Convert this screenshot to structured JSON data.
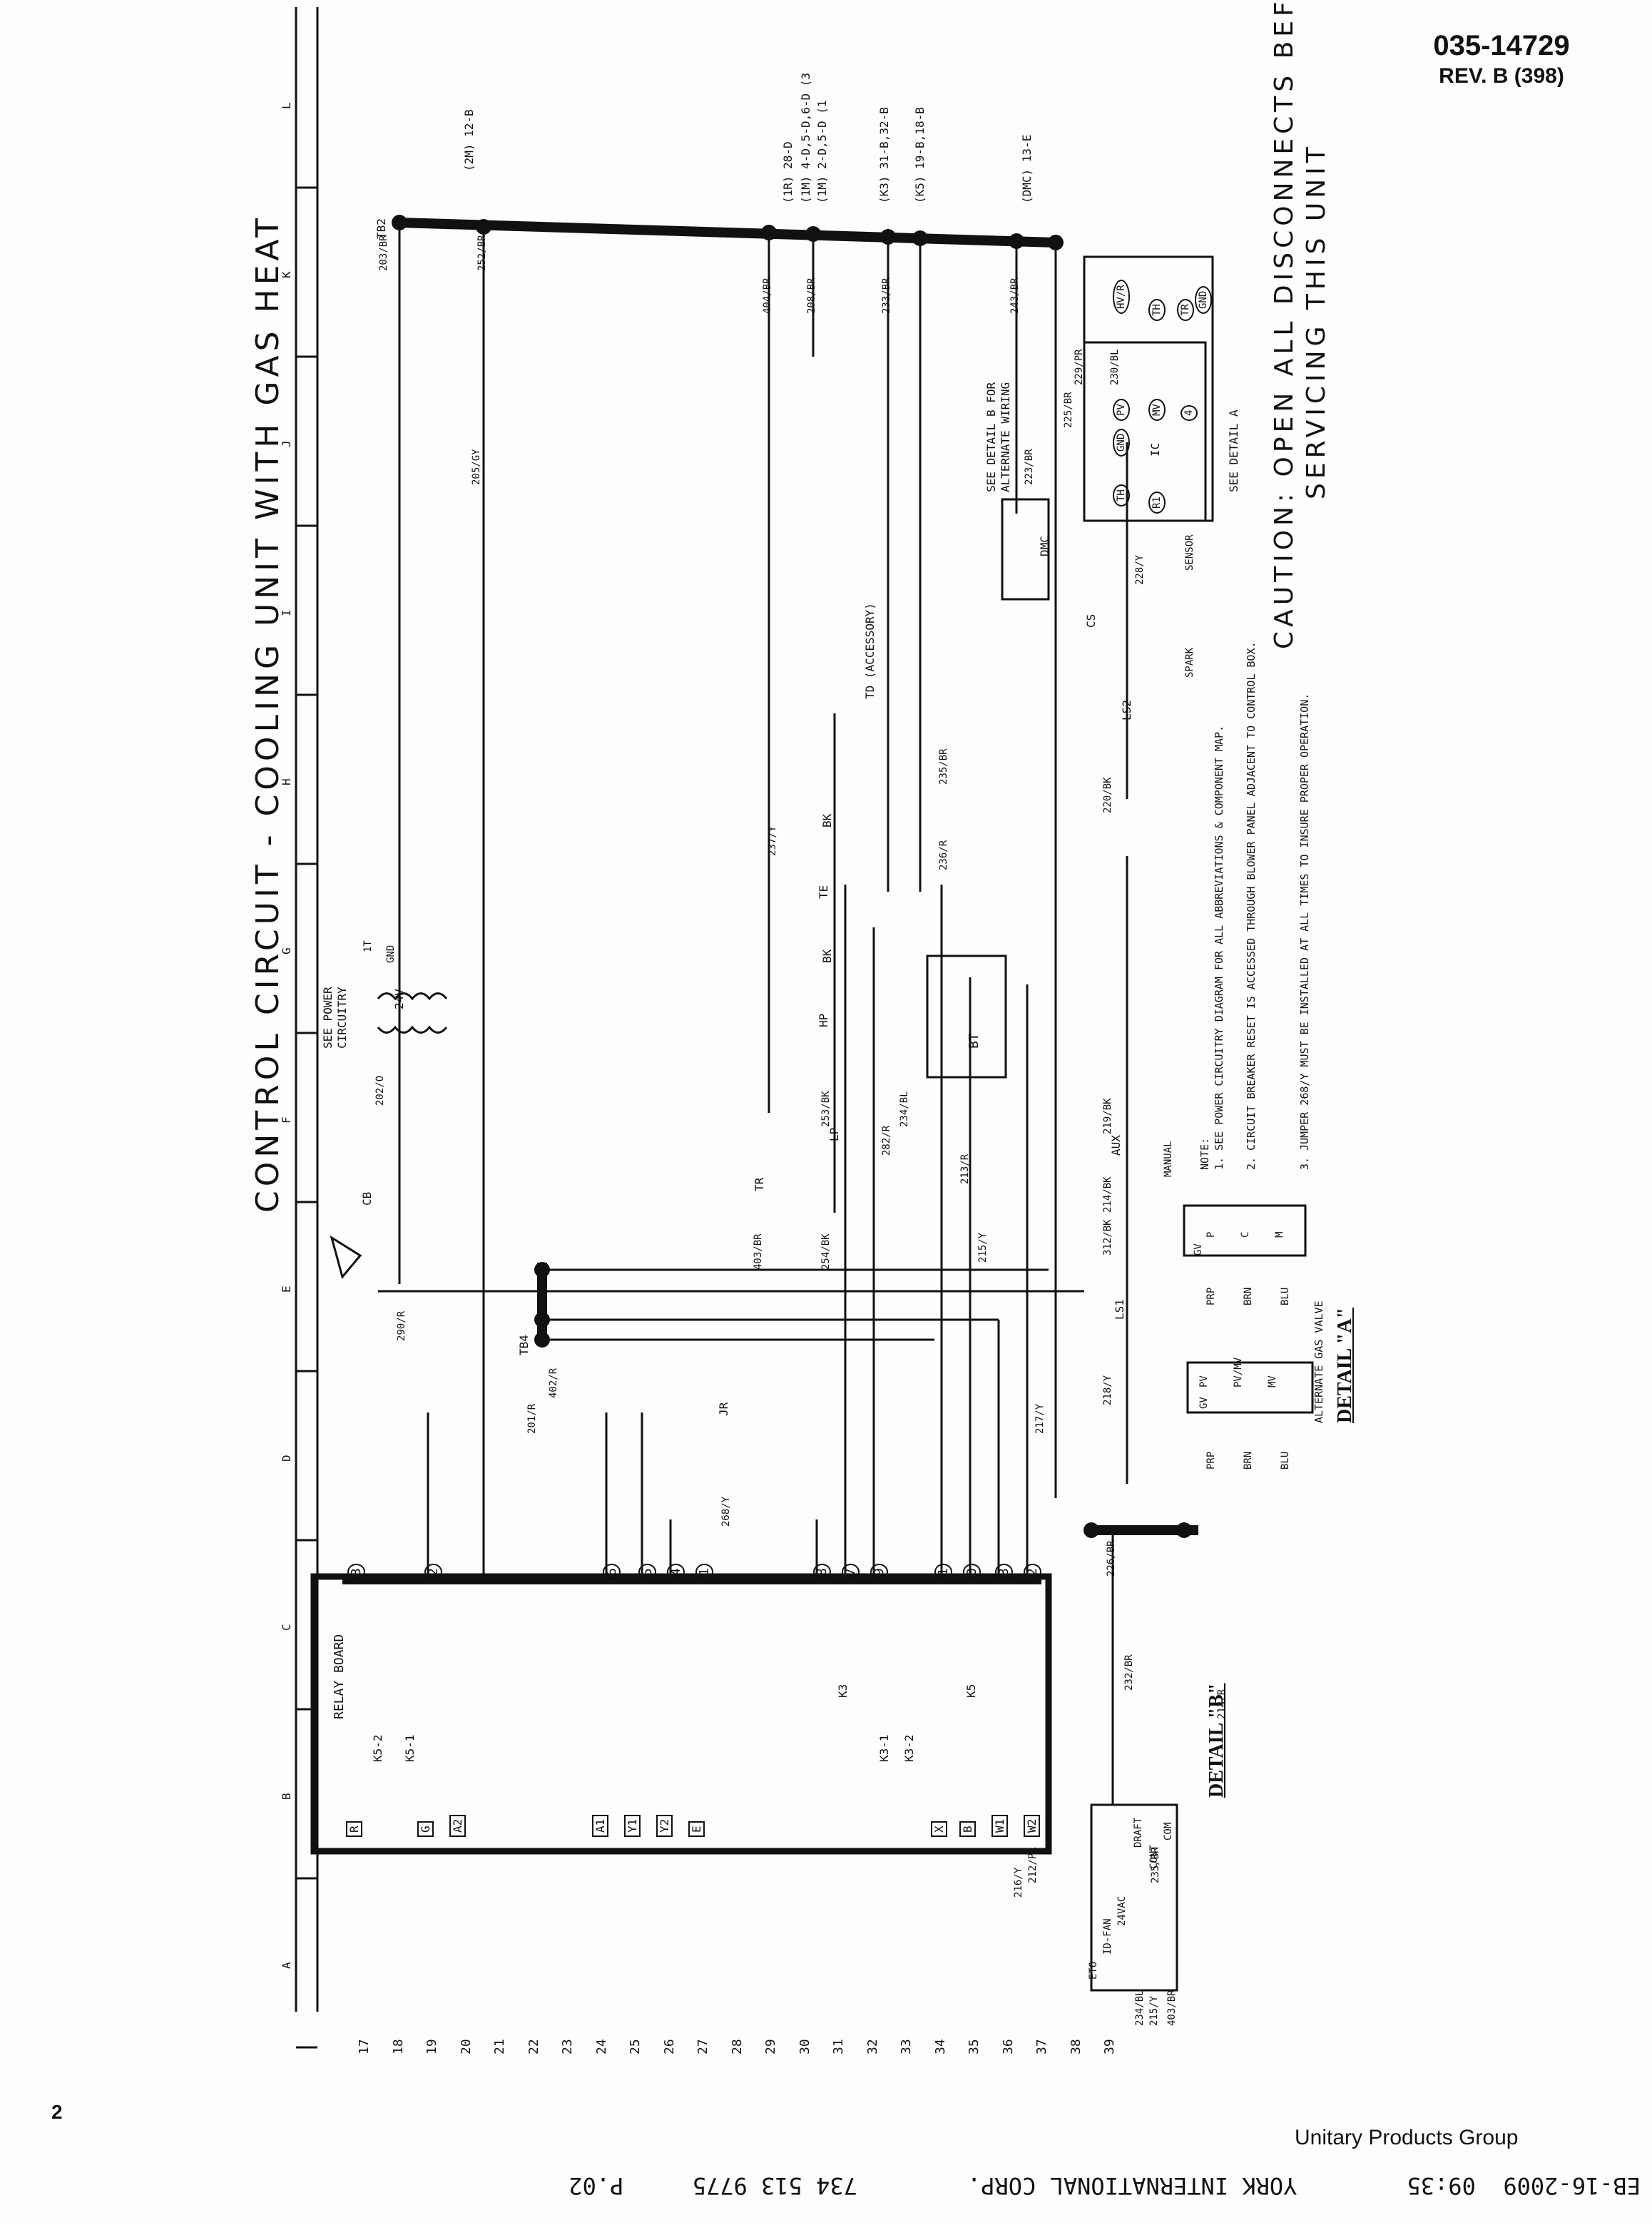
{
  "header": {
    "doc_number": "035-14729",
    "revision": "REV. B (398)"
  },
  "diagram": {
    "title": "CONTROL CIRCUIT - COOLING UNIT WITH GAS HEAT",
    "caution": [
      "CAUTION: OPEN ALL DISCONNECTS BEFORE",
      "SERVICING THIS UNIT"
    ],
    "zone_letters": [
      "A",
      "B",
      "C",
      "D",
      "E",
      "F",
      "G",
      "H",
      "I",
      "J",
      "K",
      "L"
    ],
    "line_numbers": [
      "17",
      "18",
      "19",
      "20",
      "21",
      "22",
      "23",
      "24",
      "25",
      "26",
      "27",
      "28",
      "29",
      "30",
      "31",
      "32",
      "33",
      "34",
      "35",
      "36",
      "37",
      "38",
      "39"
    ],
    "notes": [
      "NOTE:",
      "1. SEE POWER CIRCUITRY DIAGRAM FOR ALL ABBREVIATIONS & COMPONENT MAP.",
      "2. CIRCUIT BREAKER RESET IS ACCESSED THROUGH BLOWER PANEL ADJACENT TO CONTROL BOX.",
      "3. JUMPER 268/Y MUST BE INSTALLED AT ALL TIMES TO INSURE PROPER OPERATION."
    ],
    "detail_a": "DETAIL \"A\"",
    "detail_a_sub": "ALTERNATE GAS VALVE",
    "detail_b": "DETAIL \"B\"",
    "see_detail_b": [
      "SEE DETAIL B FOR",
      "ALTERNATE WIRING"
    ],
    "see_power": [
      "SEE POWER",
      "CIRCUITRY"
    ],
    "see_detail_a": "SEE DETAIL A",
    "relay_board": "RELAY BOARD",
    "td_accessory": "TD (ACCESSORY)",
    "labels": {
      "tb2": "TB2",
      "tb4": "TB4",
      "cb": "CB",
      "tr": "TR",
      "jr": "JR",
      "bt": "BT",
      "dmc": "DMC",
      "ic": "IC",
      "gv": "GV",
      "cs": "CS",
      "ls1": "LS1",
      "ls2": "LS2",
      "aux": "AUX",
      "manual": "MANUAL",
      "lp": "LP",
      "hp": "HP",
      "te": "TE",
      "bk": "BK",
      "spark": "SPARK",
      "sensor": "SENSOR",
      "v24": "24V",
      "gnd": "GND",
      "one_t": "1T",
      "draft": "DRAFT",
      "cont": "CONT",
      "com": "COM",
      "idfan": "ID-FAN",
      "vac24": "24VAC",
      "eto": "ETO"
    },
    "right_refs": [
      "(2M) 12-B",
      "(1R) 28-D",
      "(1M) 4-D,5-D,6-D (3",
      "(1M) 2-D,5-D (1",
      "(K3) 31-B,32-B",
      "(K5) 19-B,18-B",
      "(DMC) 13-E"
    ],
    "wire_labels": [
      "203/BR",
      "252/BR",
      "205/GY",
      "404/BR",
      "208/BR",
      "233/BR",
      "243/BR",
      "202/O",
      "290/R",
      "201/R",
      "402/R",
      "403/BR",
      "254/BK",
      "253/BK",
      "237/Y",
      "235/BR",
      "236/R",
      "282/R",
      "234/BL",
      "213/R",
      "215/Y",
      "217/Y",
      "218/Y",
      "312/BK",
      "214/BK",
      "219/BK",
      "220/BK",
      "228/Y",
      "225/BR",
      "223/BR",
      "229/PR",
      "230/BL",
      "268/Y",
      "216/Y",
      "212/PR",
      "226/BR",
      "232/BR",
      "213/R",
      "235/BR",
      "234/BL",
      "215/Y",
      "403/BR"
    ],
    "terminals_left": [
      "R",
      "G",
      "A2",
      "A1",
      "Y1",
      "Y2",
      "E",
      "X",
      "B",
      "W1",
      "W2"
    ],
    "p6_pins": [
      "3",
      "2",
      "6",
      "5",
      "4",
      "1",
      "8",
      "7",
      "9",
      "1",
      "0",
      "3",
      "2"
    ],
    "relays": [
      "K3",
      "K5",
      "K3-1",
      "K3-2",
      "K5-1",
      "K5-2"
    ],
    "gas_valve_detail_a": [
      "PV",
      "PV/MV",
      "MV"
    ],
    "gas_valve_detail_a2": [
      "P",
      "C",
      "M"
    ],
    "detail_colors": [
      "PRP",
      "BRN",
      "BLU"
    ],
    "ic_terminals": [
      "TH",
      "GND",
      "PV",
      "MV",
      "4",
      "R1",
      "TR",
      "TH",
      "GND",
      "HV/R"
    ]
  },
  "footer": {
    "page_number": "2",
    "company_group": "Unitary Products Group",
    "fax_line": "EB-16-2009  09:35        YORK INTERNATIONAL CORP.        734 513 9775     P.02"
  }
}
